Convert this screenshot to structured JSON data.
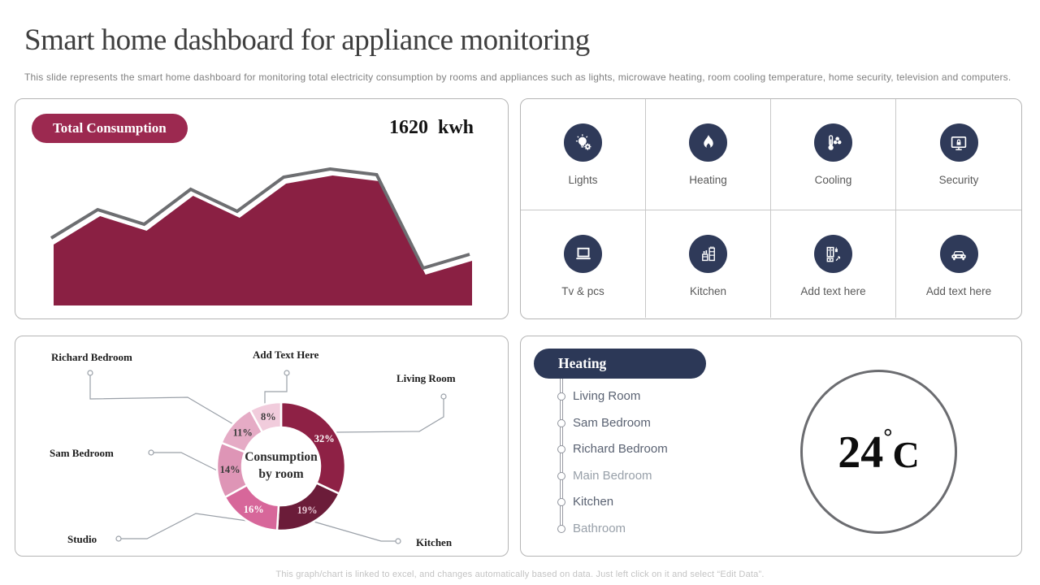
{
  "slide": {
    "title": "Smart home dashboard for appliance monitoring",
    "subtitle": "This slide represents the smart home dashboard for monitoring total electricity consumption by rooms and appliances such as lights, microwave heating, room cooling temperature, home security, television and computers.",
    "footer_note": "This graph/chart is linked to excel, and changes automatically based on data. Just left click on it and select “Edit Data”."
  },
  "colors": {
    "maroon_fill": "#8a2043",
    "maroon_badge": "#9c2950",
    "navy": "#2f3a59",
    "navy_badge": "#2c3857",
    "chart_outline_gray": "#6d6e71",
    "panel_border": "#b5b5b5",
    "leader_gray": "#9aa0a8",
    "label_gray": "#595959",
    "room_text": "#5a6272",
    "muted_text": "#98a0a9"
  },
  "total_consumption": {
    "badge_label": "Total Consumption",
    "value": "1620",
    "unit": "kwh"
  },
  "appliances": {
    "cells": [
      {
        "label": "Lights",
        "icon": "lightbulb-gear-icon"
      },
      {
        "label": "Heating",
        "icon": "flame-icon"
      },
      {
        "label": "Cooling",
        "icon": "thermometer-fan-icon"
      },
      {
        "label": "Security",
        "icon": "monitor-lock-icon"
      },
      {
        "label": "Tv & pcs",
        "icon": "laptop-icon"
      },
      {
        "label": "Kitchen",
        "icon": "kitchen-appliances-icon"
      },
      {
        "label": "Add text here",
        "icon": "furniture-icon"
      },
      {
        "label": "Add text here",
        "icon": "car-icon"
      }
    ]
  },
  "heating": {
    "badge_label": "Heating",
    "rooms": [
      {
        "label": "Living Room",
        "muted": false
      },
      {
        "label": "Sam Bedroom",
        "muted": false
      },
      {
        "label": "Richard Bedroom",
        "muted": false
      },
      {
        "label": "Main Bedroom",
        "muted": true
      },
      {
        "label": "Kitchen",
        "muted": false
      },
      {
        "label": "Bathroom",
        "muted": true
      }
    ],
    "temperature": {
      "value": "24",
      "degree": "°",
      "unit": "C"
    }
  },
  "chart_data": [
    {
      "type": "area",
      "title": "Total Consumption",
      "total_label": "1620 kwh",
      "x": [
        1,
        2,
        3,
        4,
        5,
        6,
        7,
        8,
        9,
        10
      ],
      "values": [
        75,
        110,
        92,
        135,
        108,
        150,
        160,
        153,
        38,
        55
      ],
      "ylim": [
        0,
        180
      ],
      "grid": false,
      "axes_visible": false,
      "legend": "none",
      "fill_color": "#8a2043",
      "outline_color": "#6d6e71"
    },
    {
      "type": "doughnut",
      "center_label": "Consumption by room",
      "start": "top",
      "direction": "clockwise",
      "legend": "callout-labels",
      "slices": [
        {
          "label": "Living Room",
          "value": 32,
          "color": "#8e2145",
          "text_color": "#ffffff"
        },
        {
          "label": "Kitchen",
          "value": 19,
          "color": "#6b1c39",
          "text_color": "#e8c7d4"
        },
        {
          "label": "Studio",
          "value": 16,
          "color": "#d7679a",
          "text_color": "#ffffff"
        },
        {
          "label": "Sam Bedroom",
          "value": 14,
          "color": "#de95b6",
          "text_color": "#3c3c3c"
        },
        {
          "label": "Richard Bedroom",
          "value": 11,
          "color": "#e5abc5",
          "text_color": "#3c3c3c"
        },
        {
          "label": "Add Text Here",
          "value": 8,
          "color": "#f1ccdc",
          "text_color": "#3c3c3c"
        }
      ]
    }
  ]
}
